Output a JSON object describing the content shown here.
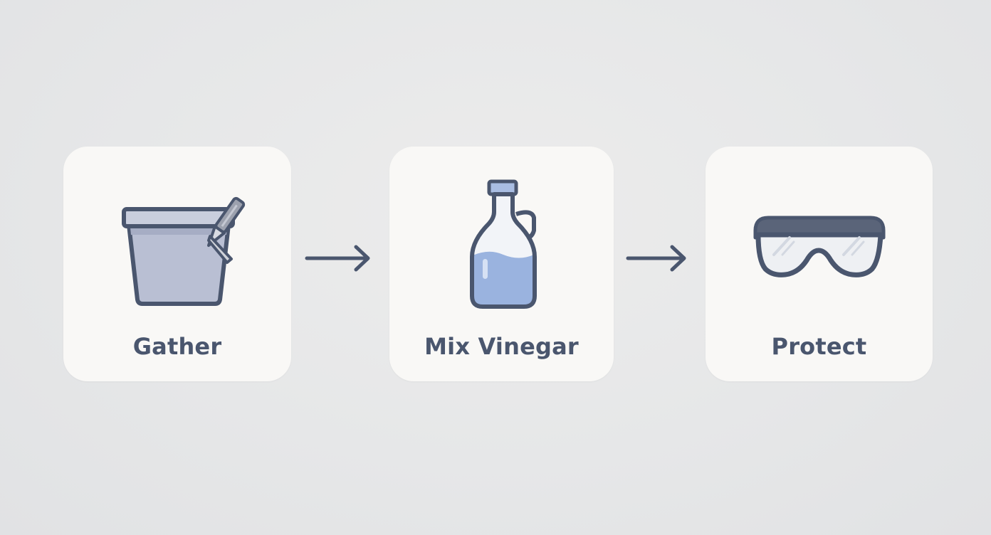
{
  "steps": [
    {
      "label": "Gather",
      "icon": "bucket-icon"
    },
    {
      "label": "Mix Vinegar",
      "icon": "vinegar-bottle-icon"
    },
    {
      "label": "Protect",
      "icon": "safety-goggles-icon"
    }
  ],
  "colors": {
    "background": "#e5e6e7",
    "card": "#f9f8f6",
    "stroke": "#4a566e",
    "bucket_fill": "#b9bfd3",
    "liquid_fill": "#9ab3df",
    "lens_fill": "#eef0f3",
    "arrow": "#4a566e"
  }
}
